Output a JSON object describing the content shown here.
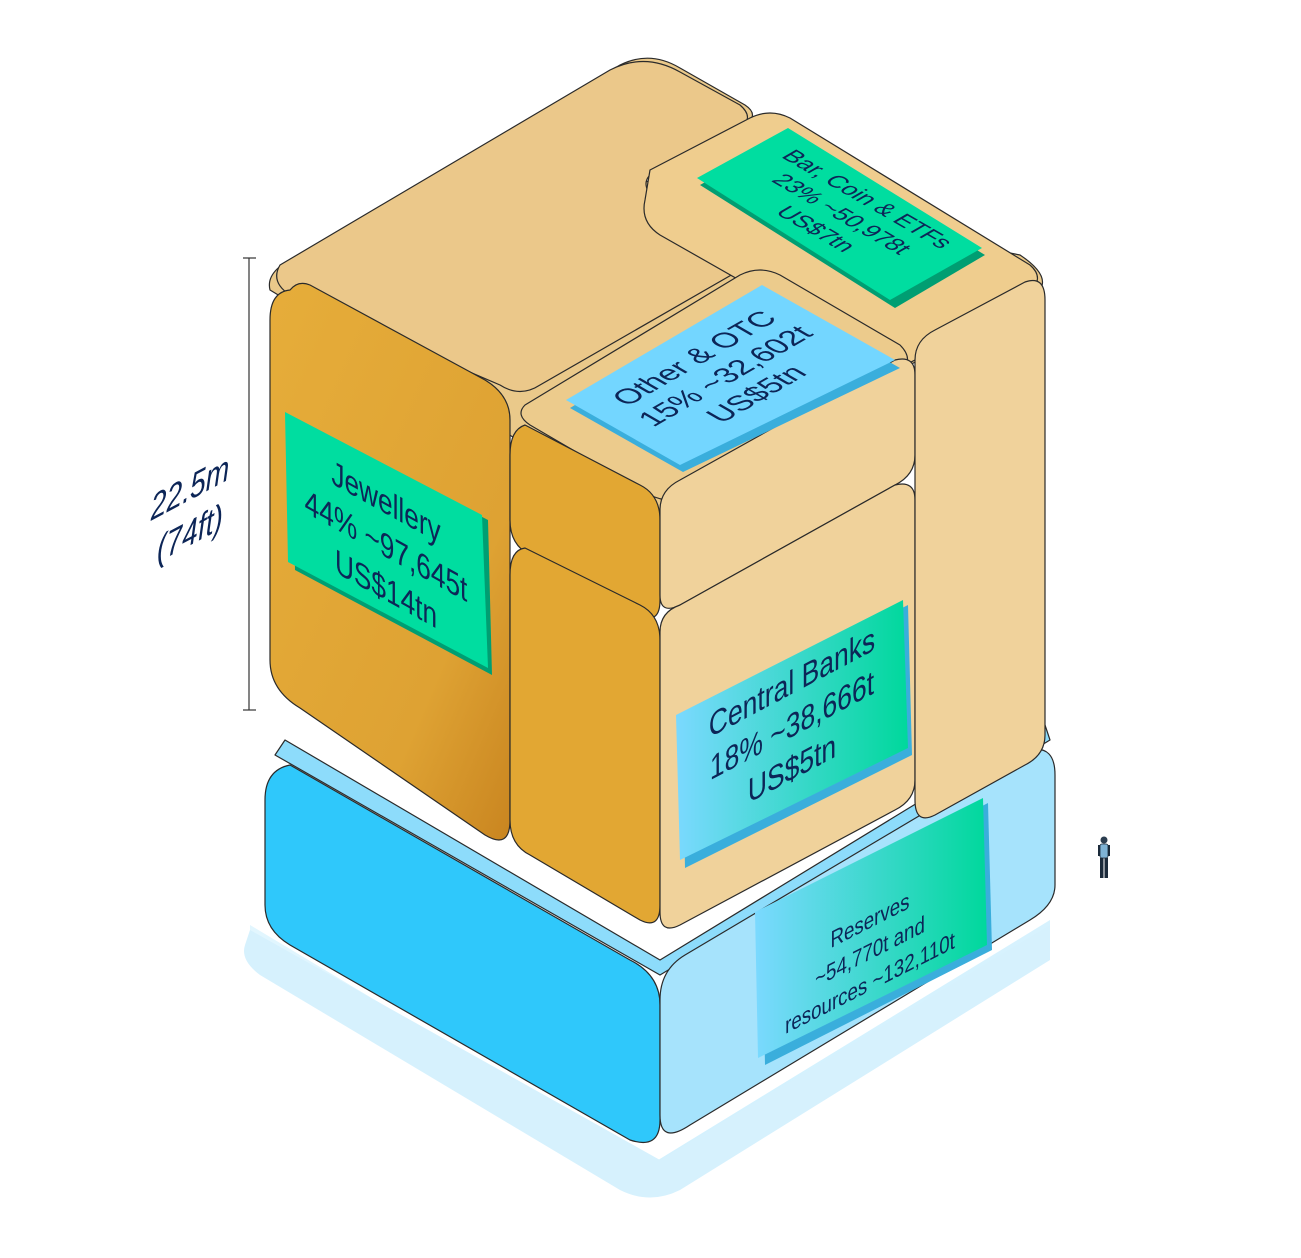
{
  "height_label": {
    "metric": "22.5m",
    "imperial": "(74ft)"
  },
  "segments": {
    "jewellery": {
      "name": "Jewellery",
      "stats": "44% ~97,645t",
      "value": "US$14tn"
    },
    "bar_coin_etfs": {
      "name": "Bar, Coin & ETFs",
      "stats": "23% ~50,978t",
      "value": "US$7tn"
    },
    "other_otc": {
      "name": "Other & OTC",
      "stats": "15% ~32,602t",
      "value": "US$5tn"
    },
    "central_banks": {
      "name": "Central Banks",
      "stats": "18% ~38,666t",
      "value": "US$5tn"
    },
    "reserves": {
      "line1": "Reserves",
      "line2": "~54,770t and",
      "line3": "resources ~132,110t"
    }
  },
  "colors": {
    "gold_dark": "#e2a733",
    "gold_light": "#f0d29b",
    "gold_top": "#eac98a",
    "blue_dark": "#2fc8fb",
    "blue_light": "#a6e3fc",
    "green_label": "#00dda0",
    "blue_label": "#73d6ff",
    "text_navy": "#0c2557"
  }
}
